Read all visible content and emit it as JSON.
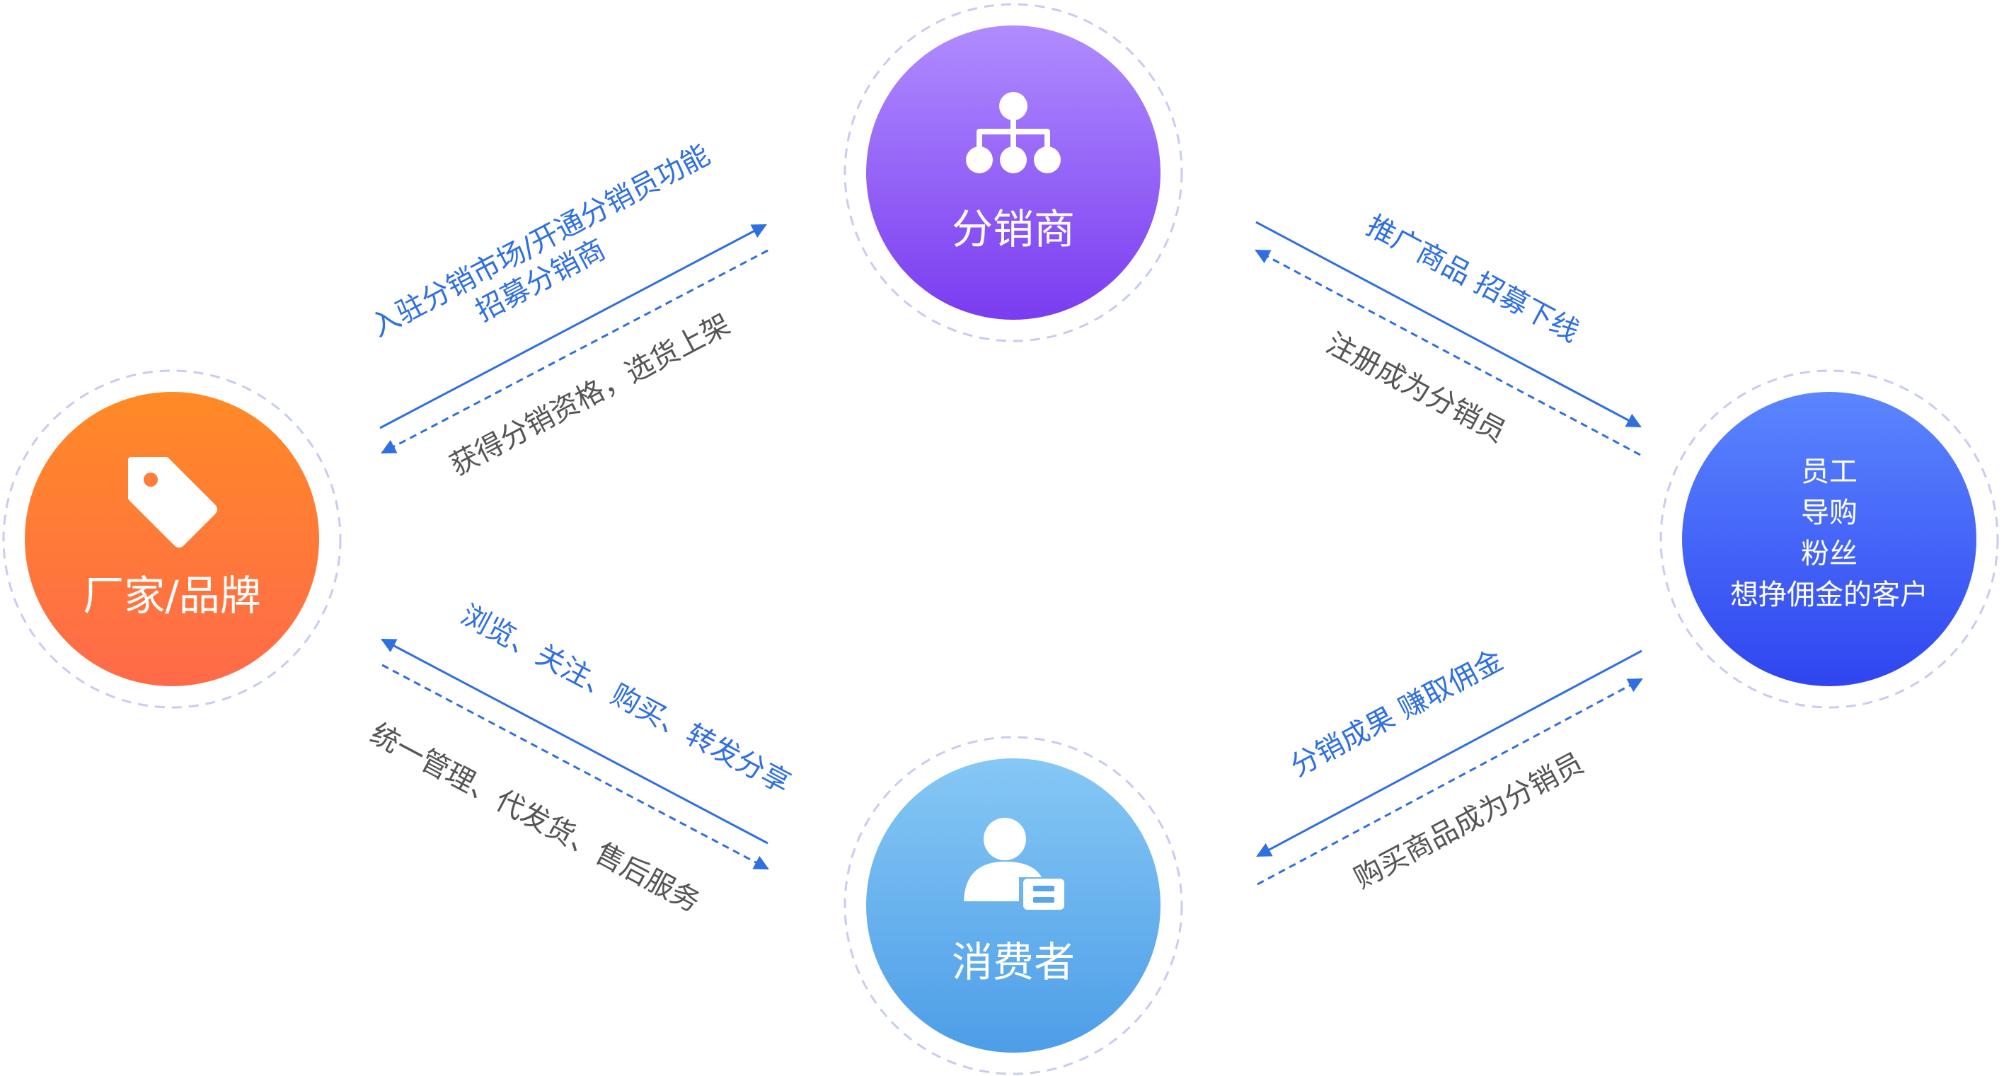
{
  "nodes": {
    "manufacturer": {
      "label": "厂家/品牌",
      "icon": "price-tag-icon"
    },
    "distributor": {
      "label": "分销商",
      "icon": "org-hierarchy-icon"
    },
    "consumer": {
      "label": "消费者",
      "icon": "user-id-card-icon"
    },
    "affiliates": {
      "lines": [
        "员工",
        "导购",
        "粉丝",
        "想挣佣金的客户"
      ]
    }
  },
  "edges": {
    "manufacturer_to_distributor": {
      "line1": "入驻分销市场/开通分销员功能",
      "line2": "招募分销商"
    },
    "distributor_to_manufacturer": {
      "label": "获得分销资格，选货上架"
    },
    "distributor_to_affiliates": {
      "label": "推广商品 招募下线"
    },
    "affiliates_to_distributor": {
      "label": "注册成为分销员"
    },
    "consumer_to_manufacturer": {
      "label": "浏览、关注、购买、转发分享"
    },
    "manufacturer_to_consumer": {
      "label": "统一管理、代发货、售后服务"
    },
    "affiliates_to_consumer": {
      "label": "分销成果 赚取佣金"
    },
    "consumer_to_affiliates": {
      "label": "购买商品成为分销员"
    }
  },
  "colors": {
    "blue_arrow": "#2f6fe0",
    "orange_start": "#ff8a26",
    "orange_end": "#ff6a4a",
    "purple_start": "#b08cff",
    "purple_end": "#7a3cf0",
    "sky_start": "#86c8f5",
    "sky_end": "#4d9de8",
    "indigo_start": "#5b86ff",
    "indigo_end": "#2f45f0"
  }
}
